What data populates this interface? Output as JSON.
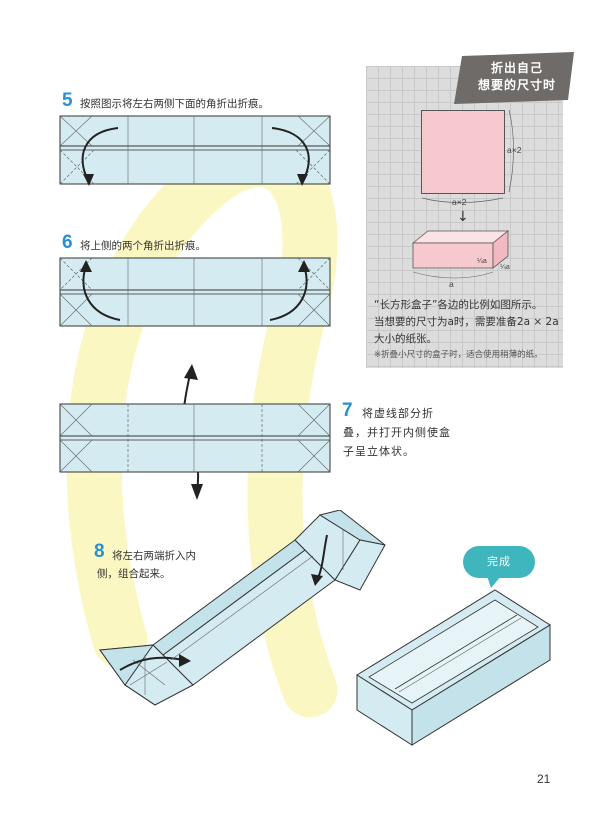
{
  "steps": {
    "s5": {
      "num": "5",
      "text": "按照图示将左右两侧下面的角折出折痕。"
    },
    "s6": {
      "num": "6",
      "text": "将上侧的两个角折出折痕。"
    },
    "s7": {
      "num": "7",
      "line1": "将虚线部分折",
      "line2": "叠，并打开内侧使盒",
      "line3": "子呈立体状。"
    },
    "s8": {
      "num": "8",
      "line1": "将左右两端折入内",
      "line2": "侧，组合起来。"
    }
  },
  "sidebar": {
    "tag_line1": "折出自己",
    "tag_line2": "想要的尺寸时",
    "dim_a2_side": "a×2",
    "dim_a2_bottom": "a×2",
    "dim_a": "a",
    "dim_quarter1": "¼a",
    "dim_quarter2": "¼a",
    "arrow": "↓",
    "note_line1": "“长方形盒子”各边的比例如图所示。",
    "note_line2": "当想要的尺寸为a时，需要准备2a × 2a",
    "note_line3": "大小的纸张。",
    "note_small": "※折叠小尺寸的盒子时，适合使用稍薄的纸。"
  },
  "done_label": "完成",
  "page_number": "21",
  "colors": {
    "paper_blue": "#d4ecf1",
    "paper_pink": "#f6c9cf",
    "accent_blue": "#2a8fd0",
    "bubble_teal": "#3fb5bd",
    "tag_gray": "#6f6b68",
    "grid_bg": "#dcdcdc",
    "watermark_yellow": "#fbf7c2"
  }
}
